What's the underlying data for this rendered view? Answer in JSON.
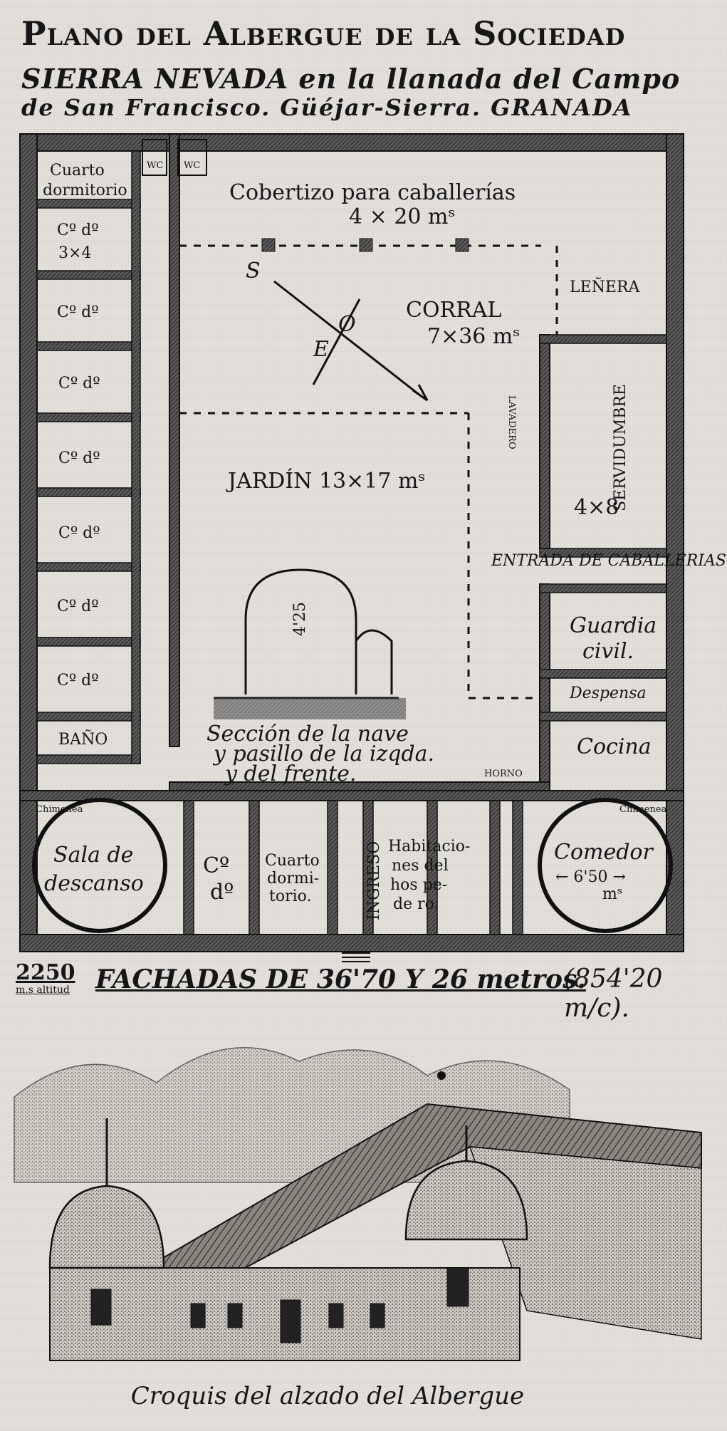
{
  "title": {
    "line1": "Plano del Albergue de la Sociedad",
    "line2": "SIERRA NEVADA en la llanada del Campo",
    "line3": "de San Francisco. Güéjar-Sierra. GRANADA"
  },
  "rooms": {
    "wc1": "WC",
    "wc2": "WC",
    "cuarto_dormitorio_left": [
      "Cuarto",
      "dormitorio"
    ],
    "cd_3x4": [
      "Cº dº",
      "3×4"
    ],
    "cd": "Cº dº",
    "bano": "BAÑO",
    "cobertizo": [
      "Cobertizo para caballerías",
      "4 × 20 mˢ"
    ],
    "lenera": "LEÑERA",
    "corral": [
      "CORRAL",
      "7×36 mˢ"
    ],
    "servidumbre": "SERVIDUMBRE",
    "servidumbre_size": "4×8",
    "lavadero": "LAVADERO",
    "jardin": "JARDÍN 13×17 mˢ",
    "entrada": "ENTRADA DE CABALLERIAS",
    "guardia": [
      "Guardia",
      "civil."
    ],
    "despensa": "Despensa",
    "cocina": "Cocina",
    "horno": "HORNO",
    "seccion": [
      "Sección de la nave",
      "y pasillo de la izqda.",
      "y del frente."
    ],
    "seccion_height": "4'25",
    "sala": [
      "Sala de",
      "descanso"
    ],
    "cd_bottom": [
      "Cº",
      "dº"
    ],
    "cuarto_dormitorio_bottom": [
      "Cuarto",
      "dormi-",
      "torio."
    ],
    "ingreso": "INGRESO",
    "habitaciones": [
      "Habitacio-",
      "nes del",
      "hos pe-",
      "de ro."
    ],
    "comedor": [
      "Comedor",
      "← 6'50 →",
      "mˢ"
    ],
    "chimenea": "Chimenea",
    "compass_s": "S",
    "compass_e": "E",
    "compass_o": "O"
  },
  "footer": {
    "altitude": "2250",
    "altitude_sub": "m.s altitud",
    "facades": "FACHADAS DE 36'70 Y 26 metros.",
    "area": "(854'20 m/c)."
  },
  "sketch_caption": "Croquis del alzado del Albergue"
}
